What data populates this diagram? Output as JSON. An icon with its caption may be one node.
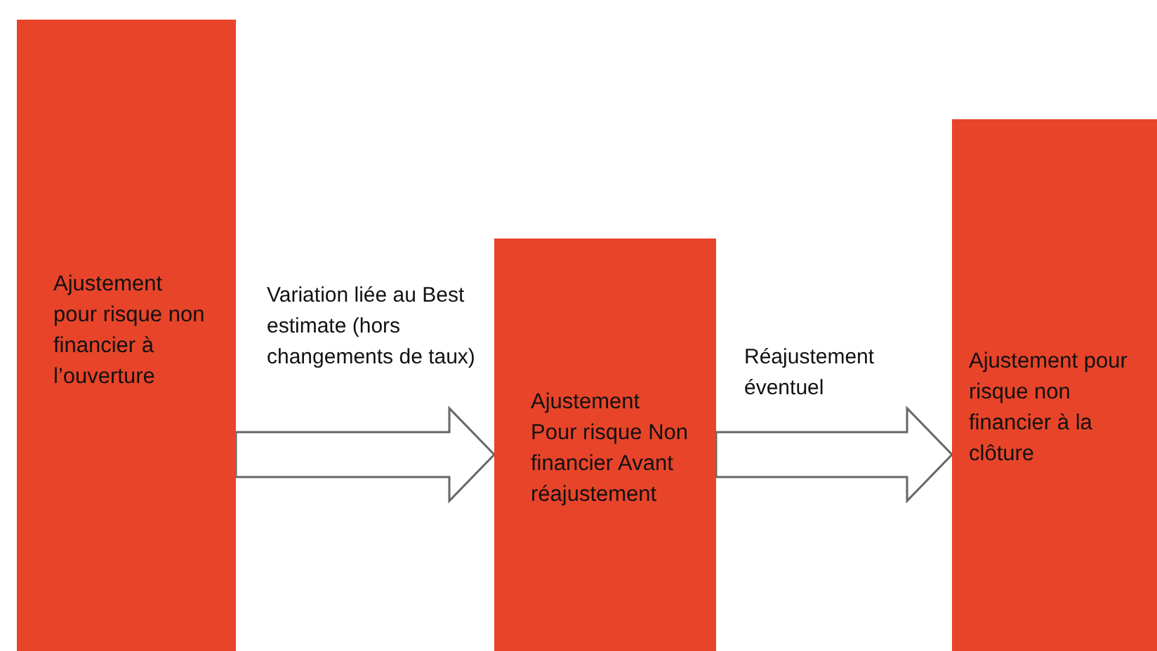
{
  "diagram": {
    "nodes": [
      {
        "text": [
          "Ajustement pour risque non financier à l’ouverture"
        ]
      },
      {
        "text": [
          "Ajustement Pour risque Non financier Avant réajustement"
        ]
      },
      {
        "text": [
          "Ajustement pour risque non financier à la clôture"
        ]
      }
    ],
    "edges": [
      {
        "from": 0,
        "to": 1,
        "arrow": "to",
        "label": "Variation liée au Best estimate (hors changements de taux)"
      },
      {
        "from": 1,
        "to": 2,
        "arrow": "to",
        "label": "Réajustement éventuel"
      }
    ]
  }
}
